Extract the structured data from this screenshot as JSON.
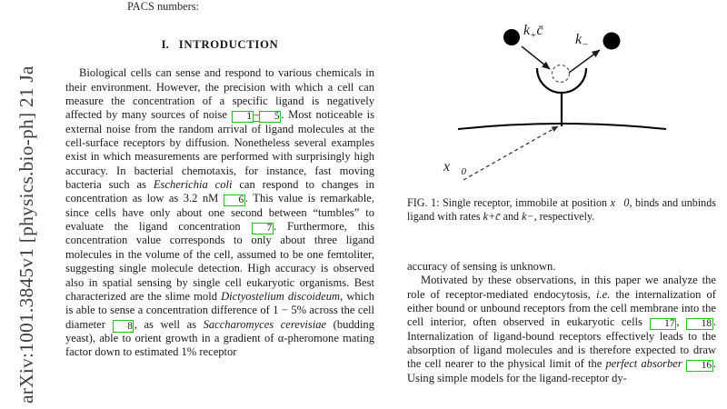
{
  "margin_stamp": {
    "text": "arXiv:1001.3845v1  [physics.bio-ph]  21 Ja"
  },
  "left_column": {
    "pacs": "PACS numbers:",
    "section_numeral": "I.",
    "section_title": "INTRODUCTION",
    "paragraph_1": {
      "part_a": "Biological cells can sense and respond to various chemicals in their environment. However, the precision with which a cell can measure the concentration of a specific ligand is negatively affected by many sources of noise ",
      "cite_1": "1",
      "dash": "–",
      "cite_5": "5",
      "part_b": ". Most noticeable is external noise from the random arrival of ligand molecules at the cell-surface receptors by diffusion. Nonetheless several examples exist in which measurements are performed with surprisingly high accuracy. In bacterial chemotaxis, for instance, fast moving bacteria such as ",
      "italic_1": "Escherichia coli",
      "part_c": " can respond to changes in concentration as low as 3.2 nM ",
      "cite_6": "6",
      "part_d": ". This value is remarkable, since cells have only about one second between “tumbles” to evaluate the ligand concentration ",
      "cite_7": "7",
      "part_e": ". Furthermore, this concentration value corresponds to only about three ligand molecules in the volume of the cell, assumed to be one femtoliter, suggesting single molecule detection. High accuracy is observed also in spatial sensing by single cell eukaryotic organisms. Best characterized are the slime mold ",
      "italic_2": "Dictyostelium discoideum",
      "part_f": ", which is able to sense a concentration difference of 1 − 5% across the cell diameter ",
      "cite_8": "8",
      "part_g": ", as well as ",
      "italic_3": "Saccharomyces cerevisiae",
      "part_h": " (budding yeast), able to orient growth in a gradient of α-",
      "part_i": "pheromone mating factor down to estimated 1% receptor"
    }
  },
  "figure": {
    "label": "FIG. 1:",
    "caption_part_a": " Single receptor, immobile at position ",
    "caption_math_x0": "x⃗0",
    "caption_part_b": ", binds and unbinds ligand with rates ",
    "caption_math_kplus": "k+c̄",
    "caption_part_c": " and ",
    "caption_math_kminus": "k−",
    "caption_part_d": ", respectively.",
    "diagram": {
      "label_k_plus": "k",
      "label_k_plus_sub": "+",
      "label_k_plus_c": "c̄",
      "label_k_minus": "k",
      "label_k_minus_sub": "−",
      "label_x0": "x⃗",
      "label_x0_sub": "0",
      "ligand_color": "#000000",
      "membrane_color": "#000000",
      "receptor_color": "#000000"
    }
  },
  "right_column": {
    "paragraph_continued": "accuracy of sensing is unknown.",
    "paragraph_2": {
      "part_a": "Motivated by these observations, in this paper we analyze the role of receptor-mediated endocytosis, ",
      "italic_1": "i.e.",
      "part_b": " the internalization of either bound or unbound receptors from the cell membrane into the cell interior, often observed in eukaryotic cells ",
      "cite_17": "17",
      "comma": ", ",
      "cite_18": "18",
      "part_c": ". Internalization of ligand-bound receptors effectively leads to the absorption of ligand molecules and is therefore expected to draw the cell nearer to the physical limit of the ",
      "italic_2": "perfect absorber",
      "part_d": " ",
      "cite_16": "16",
      "part_e": ". Using simple models for the ligand-receptor dy-"
    }
  },
  "colors": {
    "link_box_border": "#17c417",
    "text": "#1a1a1a",
    "stamp": "#3d3d3d",
    "background": "#ffffff"
  }
}
